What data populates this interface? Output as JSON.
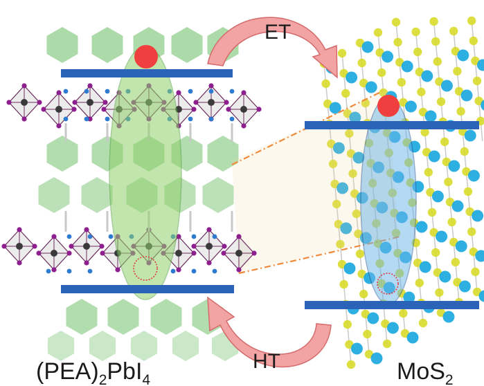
{
  "labels": {
    "et": "ET",
    "ht": "HT",
    "left_material_main": "(PEA)",
    "left_material_sub1": "2",
    "left_material_mid": "PbI",
    "left_material_sub2": "4",
    "right_material_main": "MoS",
    "right_material_sub": "2"
  },
  "colors": {
    "band": "#2a63b8",
    "electron": "#ef3f3f",
    "arrow_fill": "#f2a3a3",
    "arrow_stroke": "#d46a6a",
    "exciton_green": "#8fd06a",
    "exciton_blue": "#6ab4e8",
    "hexagon": "#9fd49a",
    "octahedra_edge": "#6b2a5a",
    "iodide": "#8e1f8e",
    "lead": "#3a3a3a",
    "nitrogen": "#2e7ad0",
    "sulfur": "#d8dc2a",
    "molybdenum": "#17a6df",
    "transfer_line": "#f08a3a"
  },
  "icons": {
    "electron": "filled-red-circle",
    "hole": "dashed-circle",
    "electron_transfer": "curved-arrow",
    "hole_transfer": "curved-arrow"
  }
}
